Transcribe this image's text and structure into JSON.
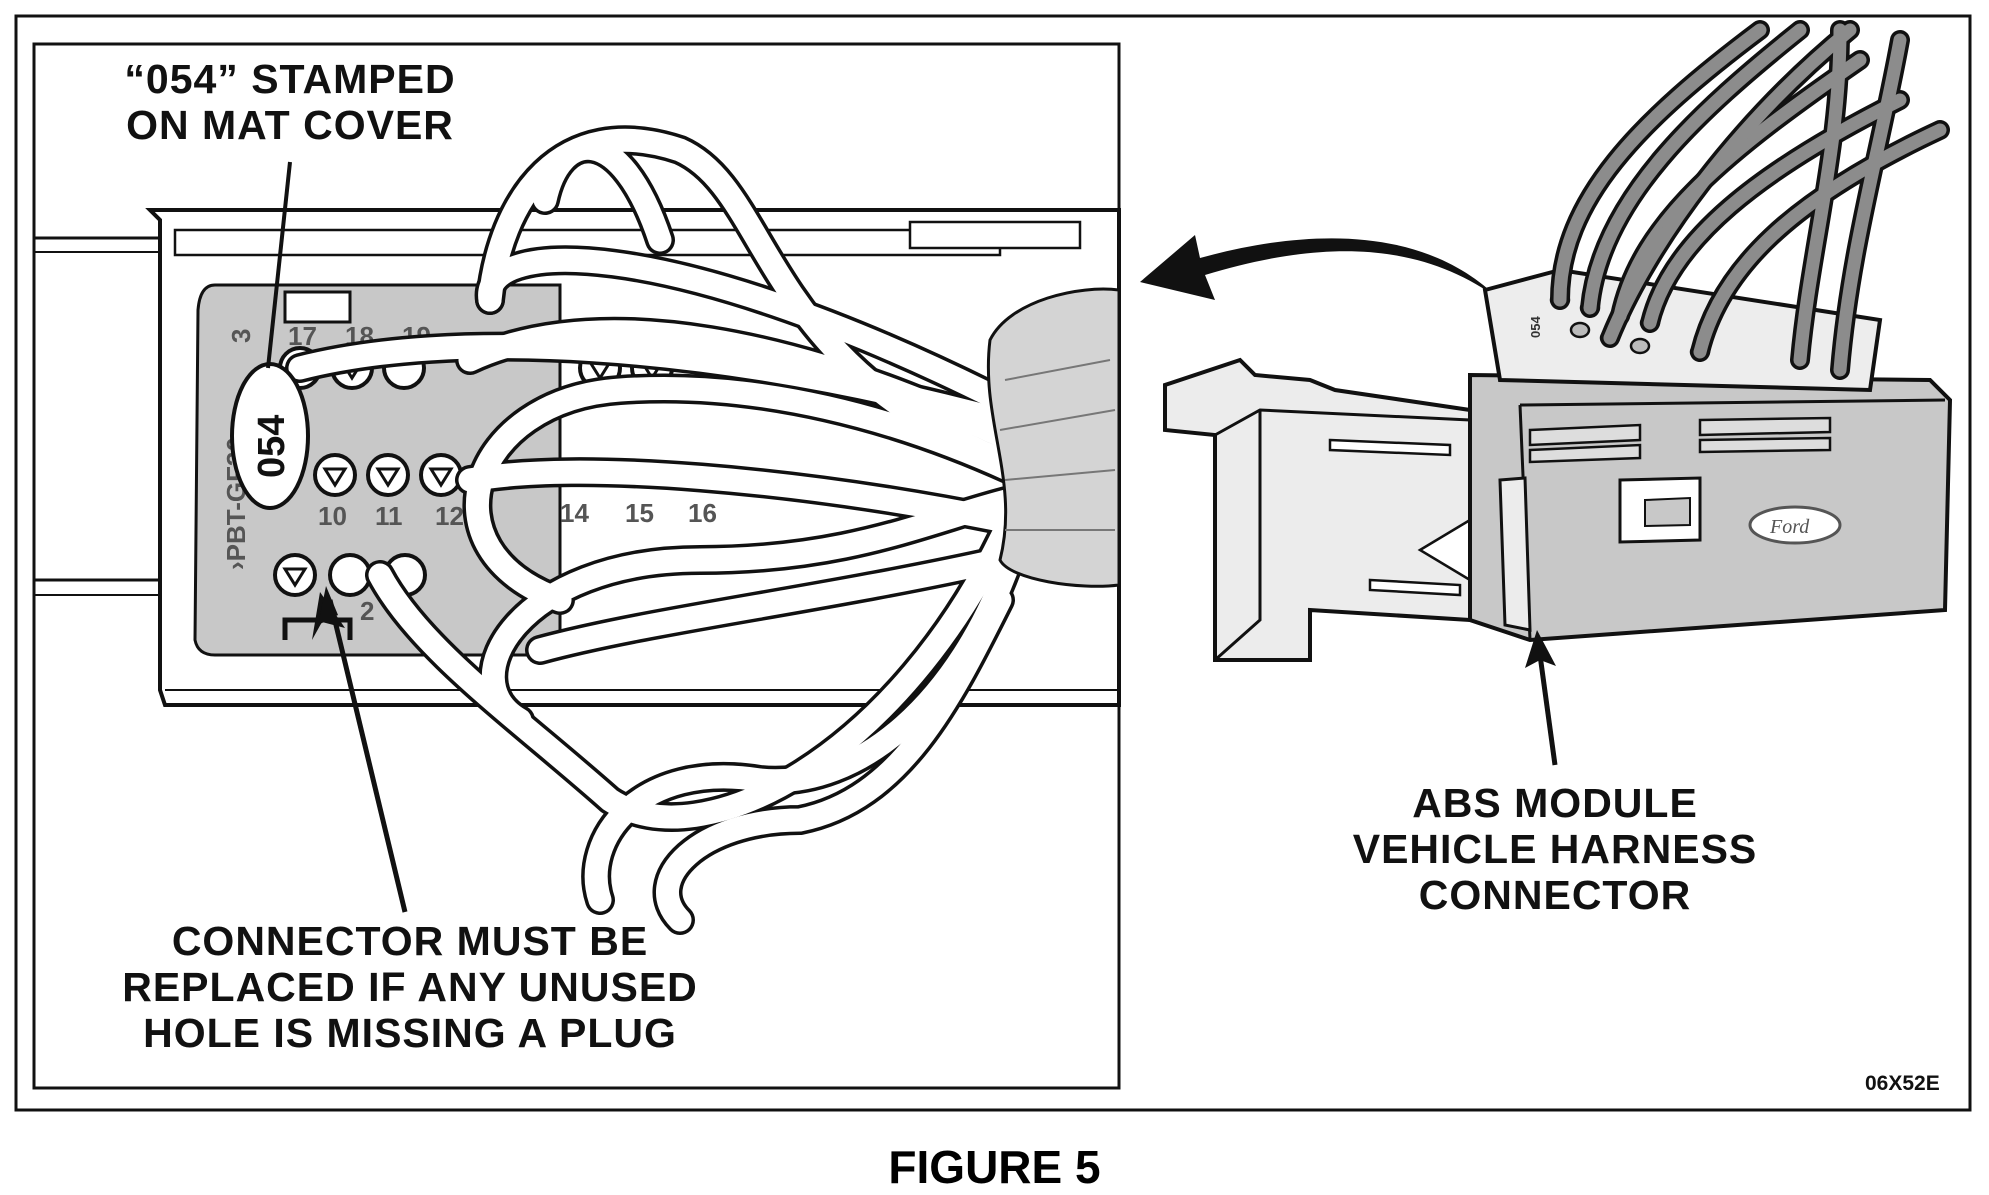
{
  "callouts": {
    "mat_cover_stamp": [
      "“054” STAMPED",
      "ON MAT COVER"
    ],
    "missing_plug": [
      "CONNECTOR MUST BE",
      "REPLACED IF ANY UNUSED",
      "HOLE IS MISSING A PLUG"
    ],
    "abs_module": [
      "ABS MODULE",
      "VEHICLE HARNESS",
      "CONNECTOR"
    ]
  },
  "stamp_text": "054",
  "side_marking": "›PBT-GF30‹",
  "pin_numbers": {
    "top_row": [
      "17",
      "18",
      "19"
    ],
    "middle_row": [
      "10",
      "11",
      "12",
      "14",
      "15",
      "16"
    ],
    "bottom_row": [
      "2"
    ],
    "side": "3"
  },
  "small_stamp": "054",
  "brand_logo": "Ford",
  "drawing_id": "06X52E",
  "figure_label": "FIGURE 5",
  "colors": {
    "ink": "#111111",
    "connector_grey": "#c8c8c8",
    "wire_grey": "#8c8c8c",
    "paper": "#ffffff"
  }
}
